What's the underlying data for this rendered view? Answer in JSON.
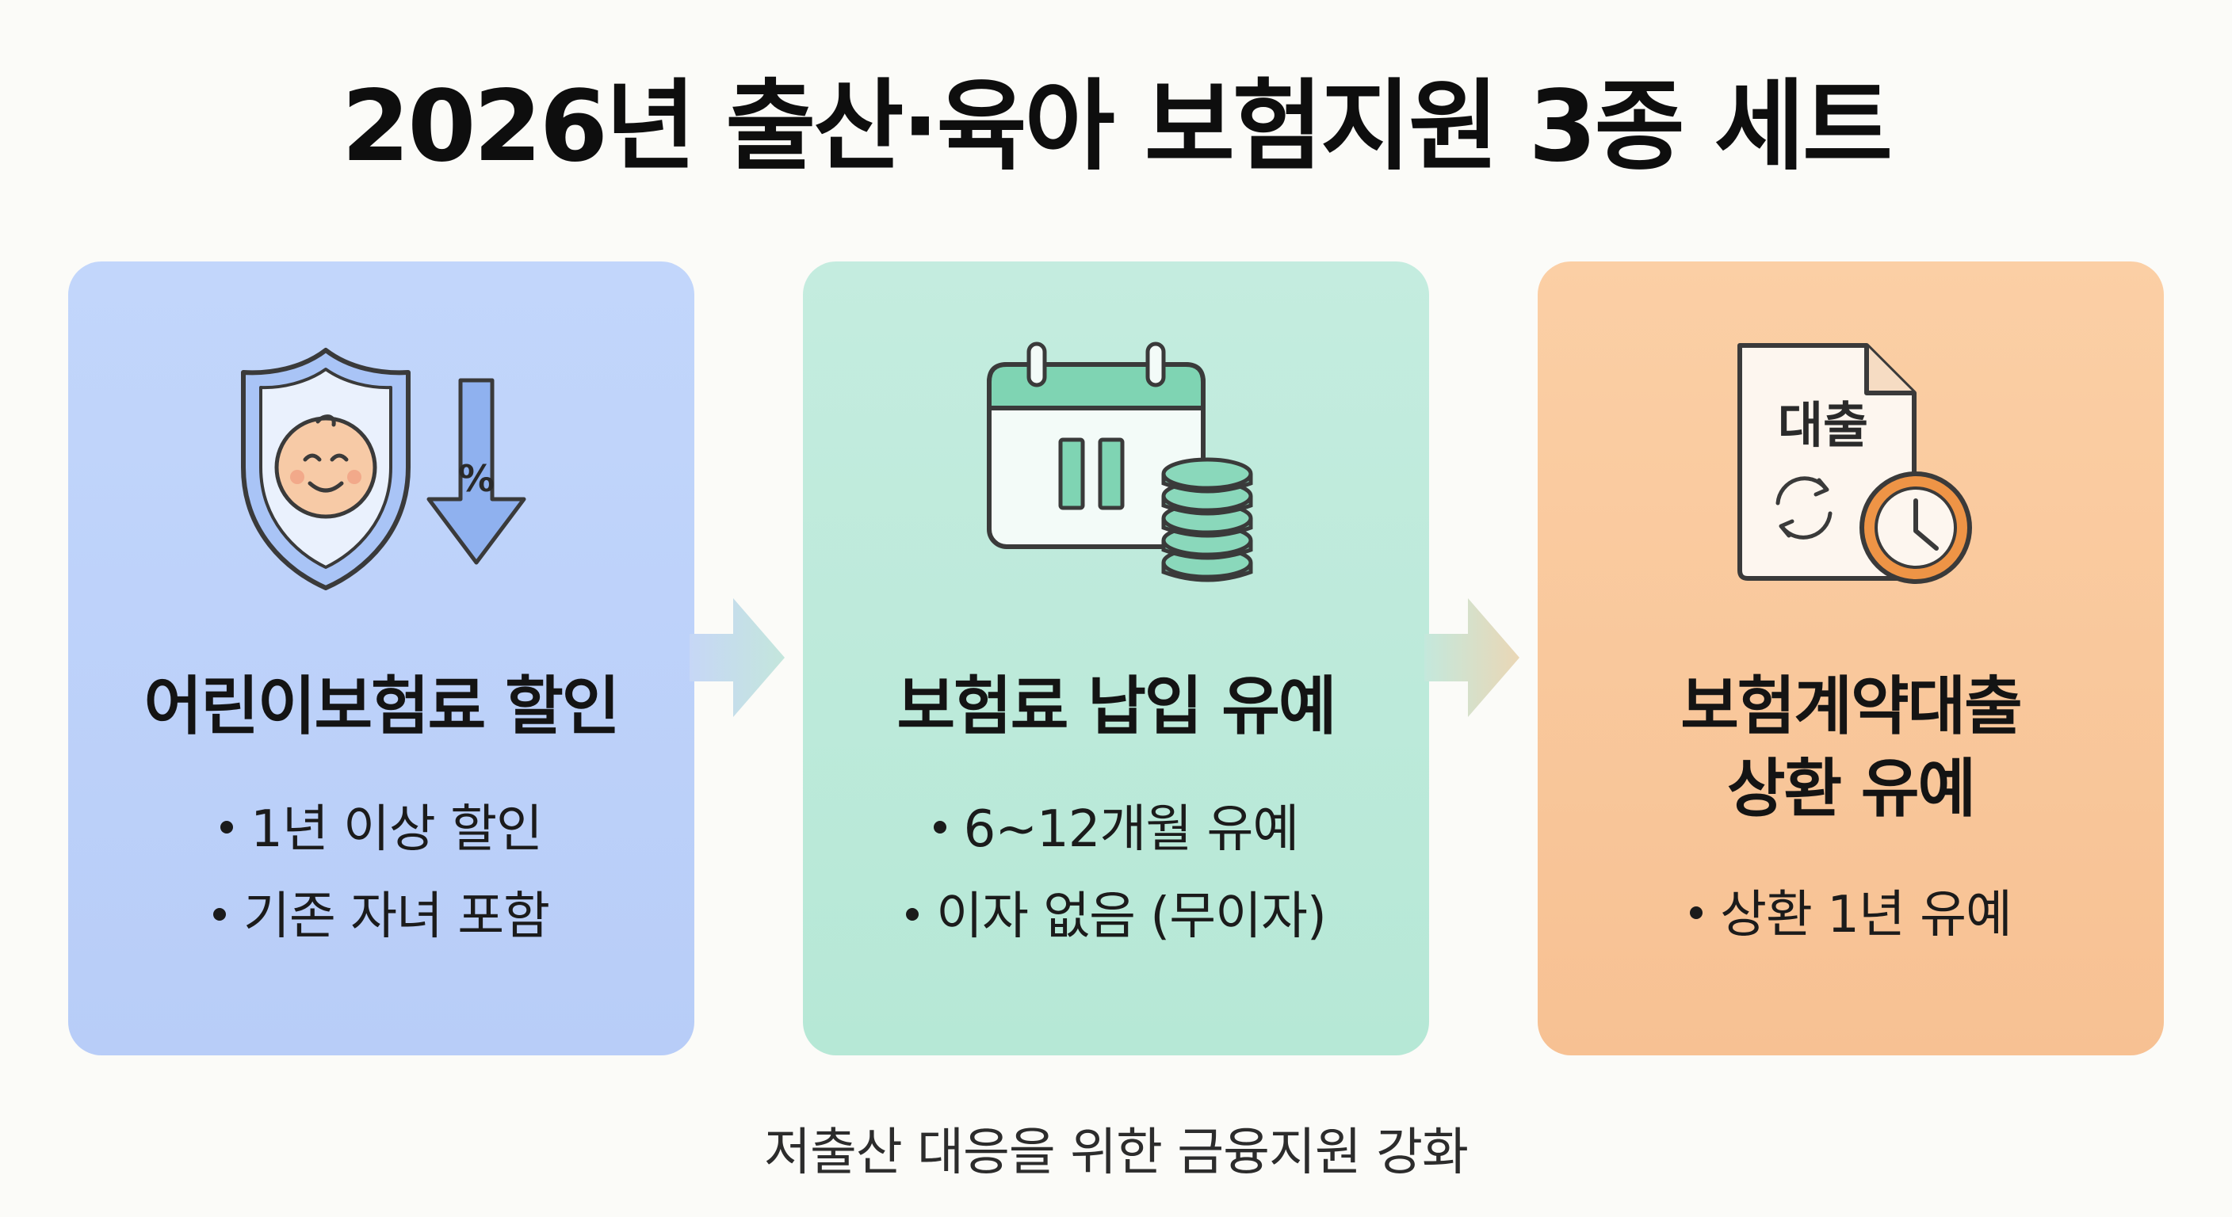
{
  "title": "2026년 출산·육아 보험지원 3종 세트",
  "cards": [
    {
      "title_lines": [
        "어린이보험료 할인"
      ],
      "bullets": [
        "1년 이상 할인",
        "기존 자녀 포함"
      ],
      "icon": "shield-baby-discount-icon",
      "icon_badge": "%",
      "color": "#bfd3fa"
    },
    {
      "title_lines": [
        "보험료 납입 유예"
      ],
      "bullets": [
        "6~12개월 유예",
        "이자 없음 (무이자)"
      ],
      "icon": "calendar-pause-coins-icon",
      "color": "#bdeadb"
    },
    {
      "title_lines": [
        "보험계약대출",
        "상환 유예"
      ],
      "bullets": [
        "상환 1년 유예"
      ],
      "icon": "loan-document-clock-icon",
      "icon_badge": "대출",
      "color": "#f9c89c"
    }
  ],
  "footer": "저출산 대응을 위한 금융지원 강화",
  "colors": {
    "blue": "#7fa6ec",
    "green": "#79d2b1",
    "orange": "#e98e3f",
    "ink": "#2a2a2a"
  }
}
